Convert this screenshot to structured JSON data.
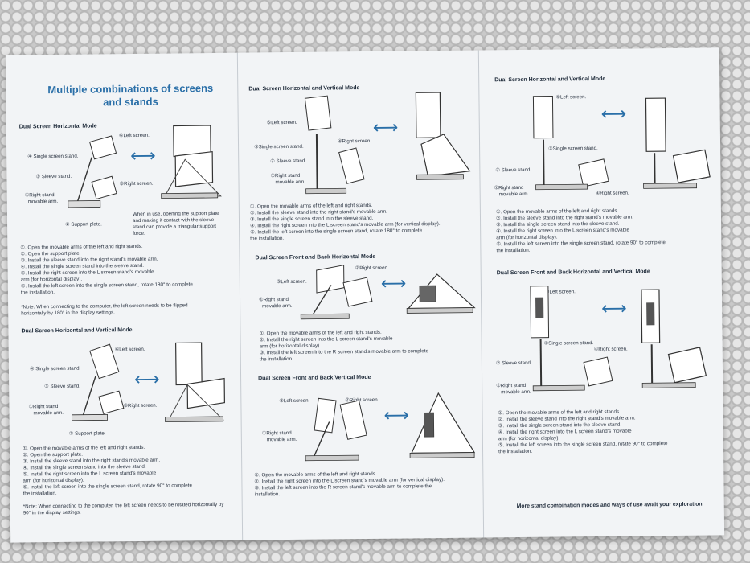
{
  "title": "Multiple combinations of screens and stands",
  "panel1": {
    "s1": {
      "title": "Dual Screen Horizontal Mode",
      "labels": [
        "⑥Left screen.",
        "④ Single screen stand.",
        "③ Sleeve stand.",
        "⑤Right screen.",
        "①Right stand",
        "movable arm.",
        "② Support plate."
      ],
      "when_in_use": "When in use, opening the support plate and making it contact with the sleeve stand can provide a triangular support force.",
      "steps": [
        "①. Open the movable arms of the left and right stands.",
        "②. Open the support plate.",
        "③. Install the sleeve stand into the right stand's movable arm.",
        "④. Install the single screen stand into the sleeve stand.",
        "⑤. Install the right screen into the L screen stand's movable",
        "     arm (for horizontal display).",
        "⑥. Install the left screen into the single screen stand, rotate 180° to complete",
        "     the installation."
      ],
      "note": "*Note: When connecting to the computer, the left screen needs to be flipped horizontally by 180° in the display settings."
    },
    "s2": {
      "title": "Dual Screen Horizontal and Vertical Mode",
      "labels": [
        "⑥Left screen.",
        "④ Single screen stand.",
        "③ Sleeve stand.",
        "⑤Right screen.",
        "①Right stand",
        "movable arm.",
        "② Support plate."
      ],
      "steps": [
        "①. Open the movable arms of the left and right stands.",
        "②. Open the support plate.",
        "③. Install the sleeve stand into the right stand's movable arm.",
        "④. Install the single screen stand into the sleeve stand.",
        "⑤. Install the right screen into the L screen stand's movable",
        "     arm (for horizontal display).",
        "⑥. Install the left screen into the single screen stand, rotate 90° to complete",
        "     the installation."
      ],
      "note": "*Note: When connecting to the computer, the left screen needs to be rotated horizontally by 90° in the display settings."
    }
  },
  "panel2": {
    "s1": {
      "title": "Dual Screen Horizontal and Vertical Mode",
      "labels": [
        "⑤Left screen.",
        "③Single screen stand.",
        "④Right screen.",
        "② Sleeve stand.",
        "①Right stand",
        "movable arm."
      ],
      "steps": [
        "①. Open the movable arms of the left and right stands.",
        "②. Install the sleeve stand into the right stand's movable arm.",
        "③. Install the single screen stand into the sleeve stand.",
        "④. Install the right screen into the L screen stand's movable arm (for vertical display).",
        "⑤. Install the left screen into the single screen stand, rotate 180° to complete",
        "     the installation."
      ]
    },
    "s2": {
      "title": "Dual Screen Front and Back Horizontal Mode",
      "labels": [
        "②Right screen.",
        "③Left screen.",
        "①Right stand",
        "movable arm."
      ],
      "steps": [
        "①. Open the movable arms of the left and right stands.",
        "②. Install the right screen into the L screen stand's movable",
        "     arm (for horizontal display).",
        "③. Install the left screen into the R screen stand's movable arm to complete",
        "     the installation."
      ]
    },
    "s3": {
      "title": "Dual Screen Front and Back Vertical Mode",
      "labels": [
        "③Left screen.",
        "②Right screen.",
        "①Right stand",
        "movable arm."
      ],
      "steps": [
        "①. Open the movable arms of the left and right stands.",
        "②. Install the right screen into the L screen stand's movable arm (for vertical display).",
        "③. Install the left screen into the R screen stand's movable arm to complete the",
        "     installation."
      ]
    }
  },
  "panel3": {
    "s1": {
      "title": "Dual Screen Horizontal and Vertical Mode",
      "labels": [
        "⑤Left screen.",
        "③Single screen stand.",
        "② Sleeve stand.",
        "①Right stand",
        "movable arm.",
        "④Right screen."
      ],
      "steps": [
        "①. Open the movable arms of the left and right stands.",
        "②. Install the sleeve stand into the right stand's movable arm.",
        "③. Install the single screen stand into the sleeve stand.",
        "④. Install the right screen into the L screen stand's movable",
        "     arm (for horizontal display).",
        "⑤. Install the left screen into the single screen stand, rotate 90° to complete",
        "     the installation."
      ]
    },
    "s2": {
      "title": "Dual Screen Front and Back Horizontal and Vertical Mode",
      "labels": [
        "⑤Left screen.",
        "③Single screen stand.",
        "④Right screen.",
        "② Sleeve stand.",
        "①Right stand",
        "movable arm."
      ],
      "steps": [
        "①. Open the movable arms of the left and right stands.",
        "②. Install the sleeve stand into the right stand's movable arm.",
        "③. Install the single screen stand into the sleeve stand.",
        "④. Install the right screen into the L screen stand's movable",
        "     arm (for horizontal display).",
        "⑤. Install the left screen into the single screen stand, rotate 90° to complete",
        "     the installation."
      ]
    },
    "footer": "More stand combination modes and ways of use await your exploration."
  },
  "icons": {
    "arrow": "double-arrow-icon",
    "device": "monitor-stand-illustration"
  },
  "colors": {
    "accent": "#2a6fa8",
    "paper": "#f2f4f6",
    "text": "#1e2a3a"
  }
}
